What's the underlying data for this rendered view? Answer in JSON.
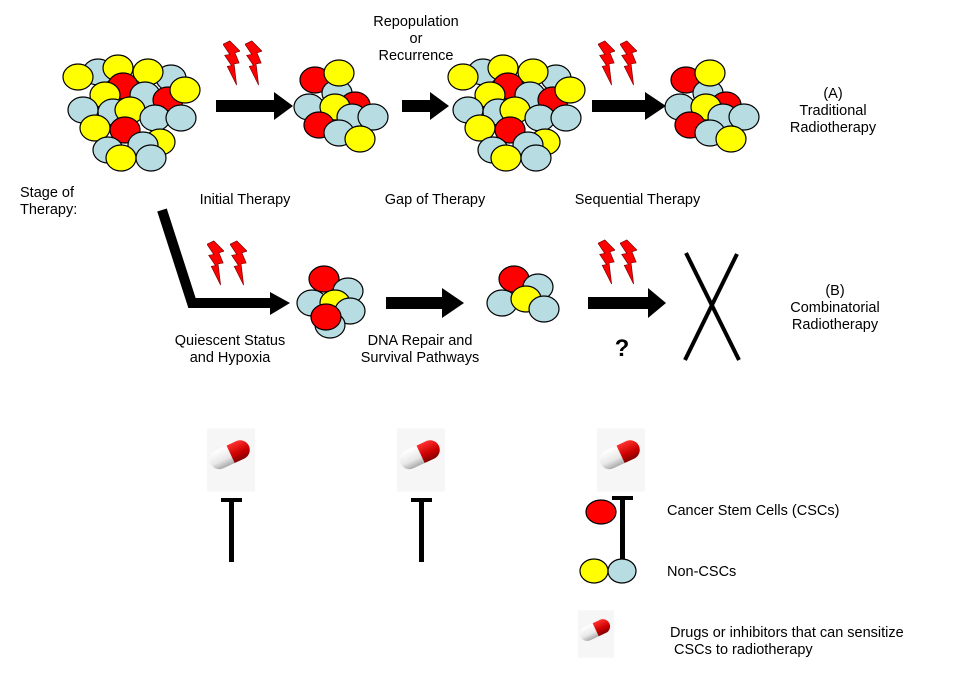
{
  "colors": {
    "csc": "#ff0000",
    "non_csc_yellow": "#ffff00",
    "non_csc_blue": "#b7dde3",
    "bolt": "#ff0000",
    "arrow": "#000000",
    "pill_red": "#d40000",
    "pill_white": "#f2f2f2"
  },
  "stage_label": "Stage of\nTherapy:",
  "row_a": {
    "label_top": "Repopulation\nor\nRecurrence",
    "title": "(A)\nTraditional\nRadiotherapy",
    "stages": [
      "Initial Therapy",
      "Gap of Therapy",
      "Sequential Therapy"
    ]
  },
  "row_b": {
    "title": "(B)\nCombinatorial\nRadiotherapy",
    "mechanisms": [
      "Quiescent Status\nand Hypoxia",
      "DNA Repair and\nSurvival Pathways"
    ],
    "unknown_mark": "?"
  },
  "legend": {
    "csc": "Cancer Stem Cells (CSCs)",
    "non_csc": "Non-CSCs",
    "drug": "Drugs or inhibitors that can sensitize\n CSCs to radiotherapy"
  }
}
